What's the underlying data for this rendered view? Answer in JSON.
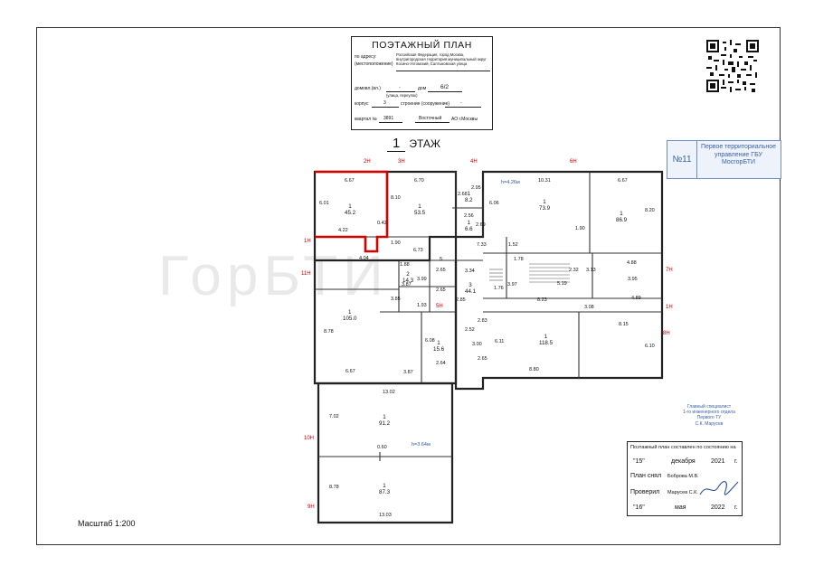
{
  "header": {
    "title": "ПОЭТАЖНЫЙ ПЛАН",
    "address_label": "по адресу:",
    "location_label": "(местоположение)",
    "address_value": "Российская Федерация, город Москва, внутригородская территория муниципальный округ Косино-Ухтомский, Салтыковская улица",
    "house_label": "домовл.(вл.)",
    "house_value": "-",
    "dom_label": "дом",
    "dom_value": "6/2",
    "korpus_label": "корпус",
    "korpus_value": "3",
    "stroenie_label": "строение (сооружение)",
    "stroenie_value": "-",
    "kvartal_label": "квартал №",
    "kvartal_value": "3891",
    "ao_value": "Восточный",
    "ao_suffix": "АО г.Москвы",
    "sub_note": "(улица, переулок)"
  },
  "stamp": {
    "number": "№11",
    "text": "Первое территориальное управление ГБУ МосгорБТИ"
  },
  "floor": {
    "number": "1",
    "label": "ЭТАЖ"
  },
  "scale": "Масштаб 1:200",
  "watermark": "ГорБТИ",
  "chief": {
    "line1": "Главный специалист",
    "line2": "1-го инженерного отдела",
    "line3": "Первого ТУ",
    "line4": "С.К. Марусев"
  },
  "sign": {
    "state_label": "Поэтажный план составлен по состоянию на",
    "d1_day": "15",
    "d1_month": "декабря",
    "d1_year": "2021",
    "year_suffix": "г.",
    "made_label": "План снял",
    "made_value": "Боброва М.В.",
    "checked_label": "Проверил",
    "checked_value": "Марусев С.К.",
    "d2_day": "16",
    "d2_month": "мая",
    "d2_year": "2022"
  },
  "axes": [
    "2Н",
    "3Н",
    "4Н",
    "6Н",
    "1Н",
    "11Н",
    "7Н",
    "1Н",
    "8Н",
    "10Н",
    "9Н",
    "5Н"
  ],
  "heights": [
    "h=4.26м",
    "h=3.64м"
  ],
  "rooms": [
    {
      "id": "1",
      "area": "45.2"
    },
    {
      "id": "1",
      "area": "53.5"
    },
    {
      "id": "1",
      "area": "8.2"
    },
    {
      "id": "1",
      "area": "73.9"
    },
    {
      "id": "1",
      "area": "86.9"
    },
    {
      "id": "1",
      "area": "6.6"
    },
    {
      "id": "2",
      "area": "14.3"
    },
    {
      "id": "3",
      "area": "44.1"
    },
    {
      "id": "1",
      "area": "105.0"
    },
    {
      "id": "1",
      "area": "15.6"
    },
    {
      "id": "1",
      "area": "118.5"
    },
    {
      "id": "1",
      "area": "91.2"
    },
    {
      "id": "1",
      "area": "87.3"
    }
  ],
  "dims": [
    "6.67",
    "6.70",
    "2.95",
    "10.31",
    "6.67",
    "6.01",
    "8.10",
    "2.68",
    "6.06",
    "8.20",
    "4.22",
    "0.42",
    "2.56",
    "2.69",
    "7.33",
    "4.04",
    "6.73",
    "1.90",
    "1.52",
    "1.78",
    "4.88",
    "1.88",
    "2.65",
    "3.34",
    "3.13",
    "3.87",
    "3.99",
    "2.65",
    "5.19",
    "3.85",
    "2.85",
    "8.23",
    "3.08",
    "1.93",
    "8.78",
    "3.00",
    "2.52",
    "2.83",
    "6.11",
    "8.15",
    "6.10",
    "6.67",
    "3.87",
    "2.64",
    "2.65",
    "8.80",
    "13.02",
    "7.02",
    "0.60",
    "8.78",
    "13.03",
    "1.90",
    "2.32",
    "3.95",
    "1.76",
    "4.89",
    "3.97",
    "5",
    "6.08"
  ]
}
